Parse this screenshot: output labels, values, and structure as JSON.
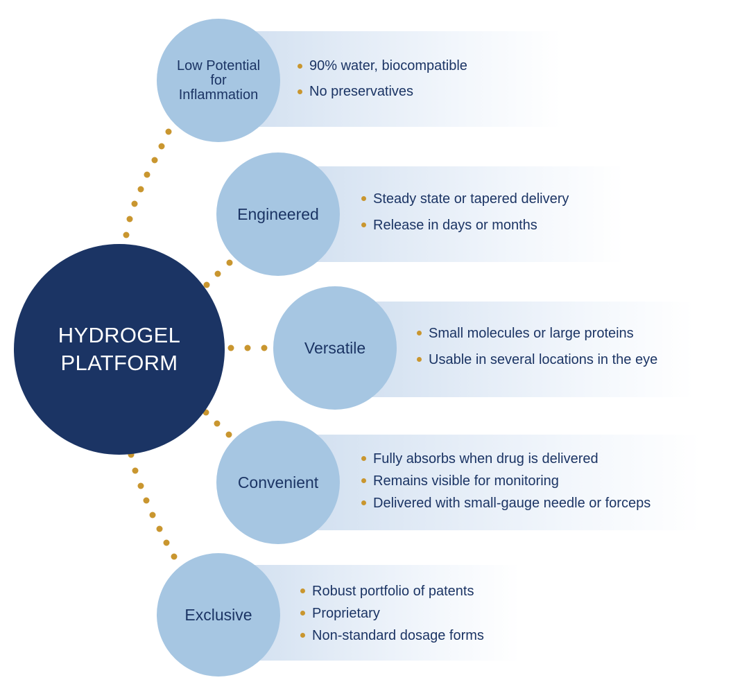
{
  "hub": {
    "title": "HYDROGEL\nPLATFORM"
  },
  "nodes": [
    {
      "label": "Low Potential\nfor\nInflammation",
      "bullets": [
        "90% water, biocompatible",
        "No preservatives"
      ]
    },
    {
      "label": "Engineered",
      "bullets": [
        "Steady state or tapered delivery",
        "Release in days or months"
      ]
    },
    {
      "label": "Versatile",
      "bullets": [
        "Small molecules or large proteins",
        "Usable in several locations in the eye"
      ]
    },
    {
      "label": "Convenient",
      "bullets": [
        "Fully absorbs when drug is delivered",
        "Remains visible for monitoring",
        "Delivered with small-gauge needle or forceps"
      ]
    },
    {
      "label": "Exclusive",
      "bullets": [
        "Robust portfolio of patents",
        "Proprietary",
        "Non-standard dosage forms"
      ]
    }
  ],
  "colors": {
    "hub": "#1b3464",
    "node": "#a6c6e2",
    "text": "#1b3464",
    "accent_dots": "#c9962f"
  }
}
